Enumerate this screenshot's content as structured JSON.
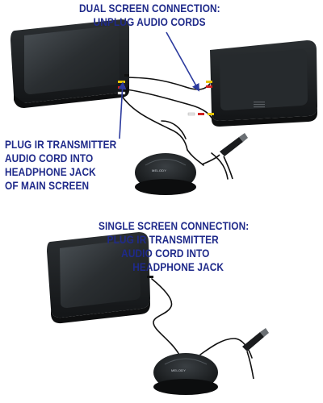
{
  "captions": {
    "dual": [
      "DUAL SCREEN CONNECTION:",
      "UNPLUG AUDIO CORDS"
    ],
    "ir": [
      "PLUG IR TRANSMITTER",
      "AUDIO CORD INTO",
      "HEADPHONE JACK",
      "OF MAIN SCREEN"
    ],
    "single": [
      "SINGLE SCREEN CONNECTION:",
      "PLUG IR TRANSMITTER",
      "AUDIO CORD INTO",
      "HEADPHONE JACK"
    ]
  },
  "brand_text": "MELODY",
  "colors": {
    "caption": "#1f2a8a",
    "arrow": "#2b3a9e",
    "device": "#1d2022",
    "screen": "#3a3f43",
    "cable": "#111111",
    "plug_yellow": "#e6c400",
    "plug_red": "#d02020",
    "plug_white": "#e8e8e8"
  }
}
